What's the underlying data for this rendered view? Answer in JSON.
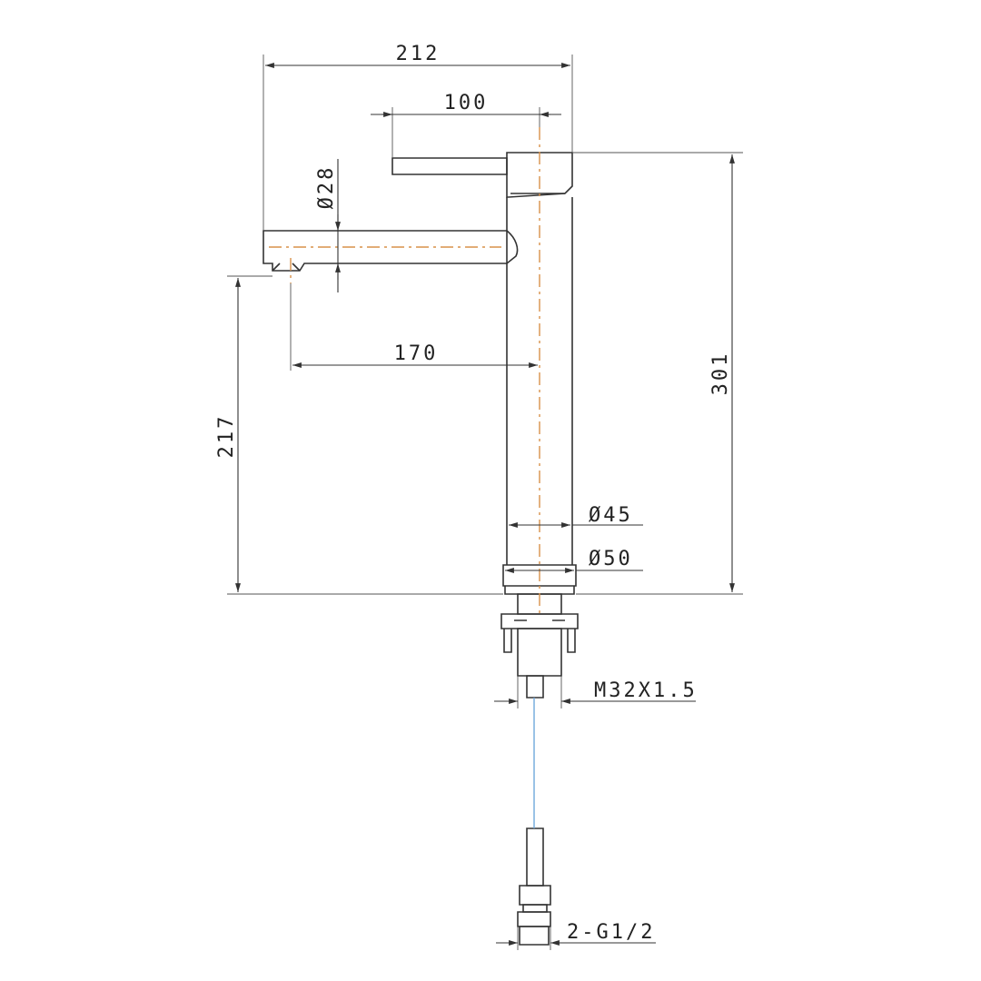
{
  "colors": {
    "line": "#333333",
    "centerline": "#d9924a",
    "waterline": "#6fa8dc",
    "background": "#ffffff"
  },
  "dimensions": {
    "overall_width": "212",
    "handle_length": "100",
    "spout_diameter": "Ø28",
    "spout_reach": "170",
    "outlet_height": "217",
    "overall_height": "301",
    "body_diameter": "Ø45",
    "base_diameter": "Ø50",
    "thread": "M32X1.5",
    "inlet_hoses": "2-G1/2"
  }
}
